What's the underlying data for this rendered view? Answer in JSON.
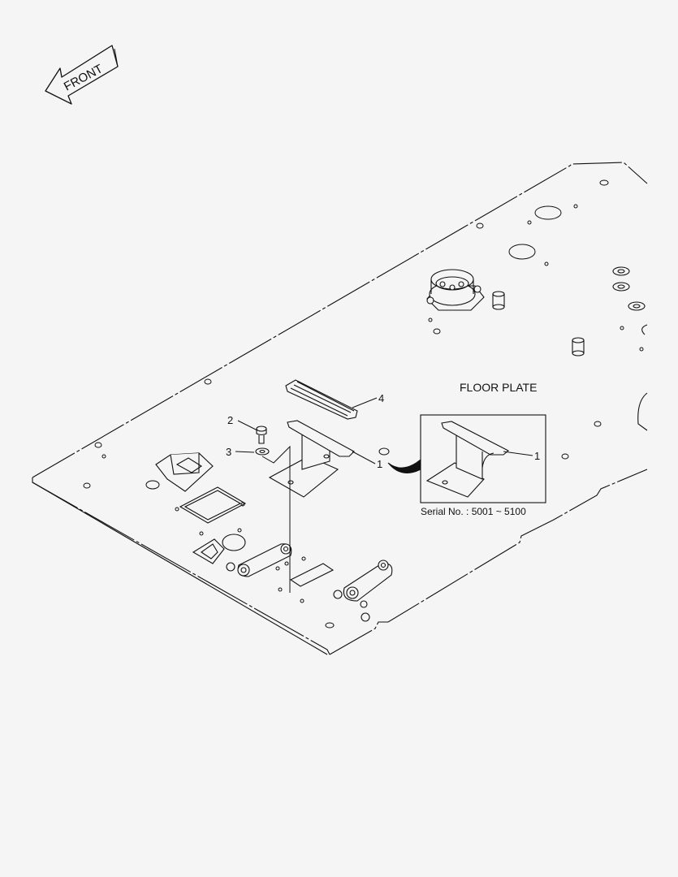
{
  "front_arrow": {
    "label": "FRONT"
  },
  "title": "FLOOR PLATE",
  "callouts": [
    {
      "id": "1",
      "label": "1"
    },
    {
      "id": "2",
      "label": "2"
    },
    {
      "id": "3",
      "label": "3"
    },
    {
      "id": "4",
      "label": "4"
    }
  ],
  "inset": {
    "callout": "1",
    "serial": "Serial No. : 5001 ~ 5100"
  },
  "colors": {
    "line": "#111111",
    "background": "#f5f5f5"
  }
}
